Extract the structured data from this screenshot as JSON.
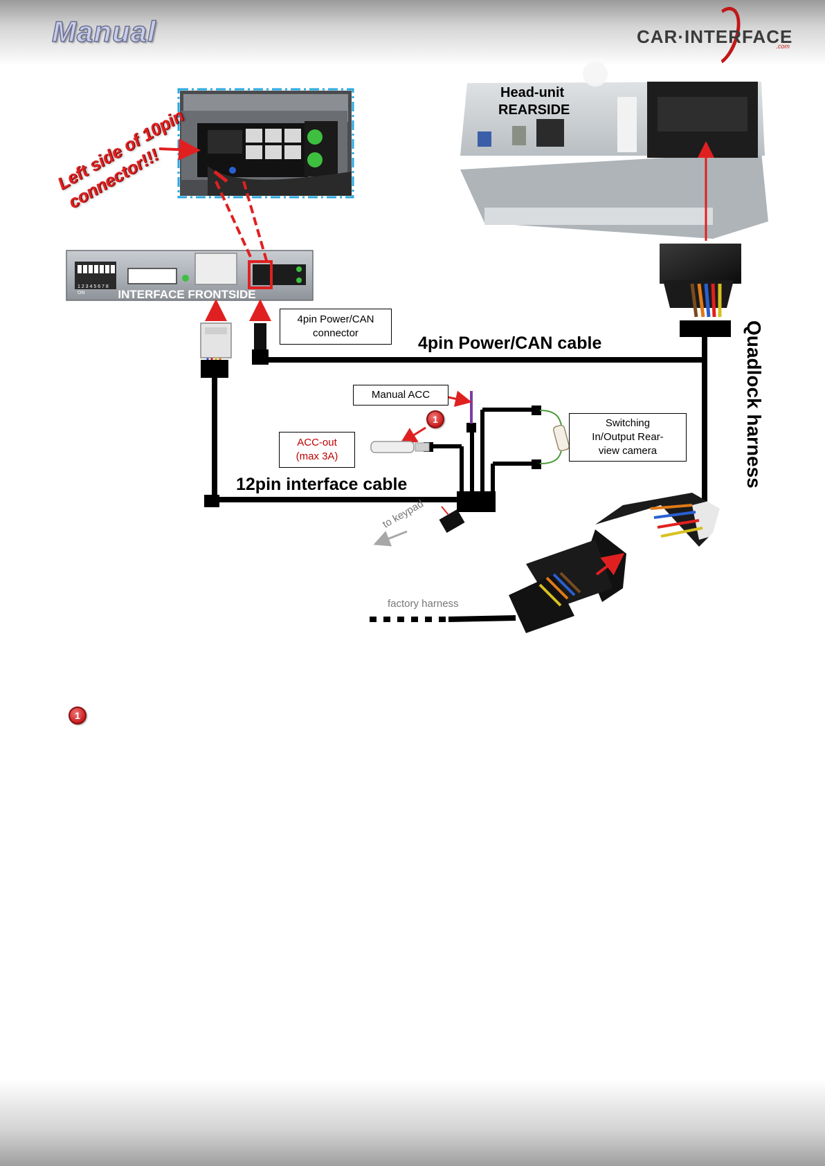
{
  "header": {
    "title": "Manual",
    "logo_text": "CAR·INTERFACE",
    "logo_suffix": ".com"
  },
  "labels": {
    "left_side_note": "Left side of 10pin connector!!!",
    "head_unit_line1": "Head-unit",
    "head_unit_line2": "REARSIDE",
    "interface_frontside": "INTERFACE FRONTSIDE",
    "power_can_connector": "4pin Power/CAN\nconnector",
    "power_can_cable": "4pin Power/CAN cable",
    "quadlock_harness": "Quadlock harness",
    "manual_acc": "Manual ACC",
    "acc_out": "ACC-out\n(max 3A)",
    "switching_io": "Switching\nIn/Output Rear-\nview camera",
    "interface_cable": "12pin interface cable",
    "to_keypad": "to keypad",
    "factory_harness": "factory harness",
    "marker": "1",
    "dip_numbers": "1 2 3 4 5 6 7 8",
    "dip_on": "ON"
  },
  "colors": {
    "accent_red": "#e02020",
    "frame_blue": "#2aa8e0",
    "cable": "#000000",
    "acc_wire": "#7b3fa0",
    "led_green": "#3fbf3f"
  },
  "icons": [
    "red-arrow-icon",
    "marker-1-icon",
    "led-icon"
  ]
}
